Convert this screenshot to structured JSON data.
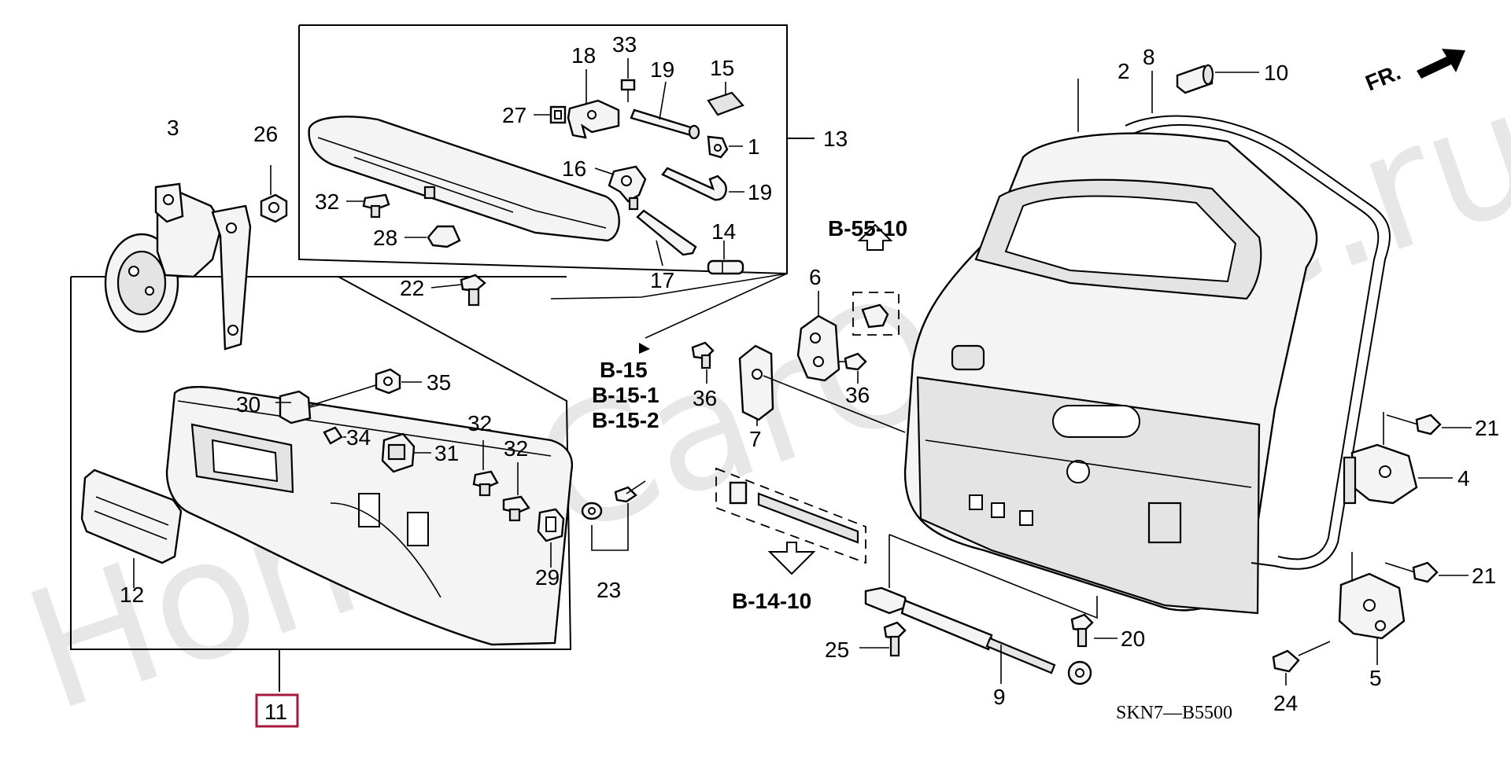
{
  "watermark": "HondaCarOnline.ru",
  "direction_label": "FR.",
  "diagram_code": "SKN7—B5500",
  "highlighted_part": "11",
  "references": {
    "r_b55": "B-55-10",
    "r_b15": "B-15",
    "r_b151": "B-15-1",
    "r_b152": "B-15-2",
    "r_b14": "B-14-10"
  },
  "callouts": {
    "p1": "1",
    "p2": "2",
    "p3": "3",
    "p4": "4",
    "p5": "5",
    "p6": "6",
    "p7": "7",
    "p8": "8",
    "p9": "9",
    "p10": "10",
    "p11": "11",
    "p12": "12",
    "p13": "13",
    "p14": "14",
    "p15": "15",
    "p16": "16",
    "p17": "17",
    "p18": "18",
    "p19a": "19",
    "p19b": "19",
    "p20": "20",
    "p21a": "21",
    "p21b": "21",
    "p22": "22",
    "p23": "23",
    "p24": "24",
    "p25": "25",
    "p26": "26",
    "p27": "27",
    "p28": "28",
    "p29": "29",
    "p30": "30",
    "p31": "31",
    "p32a": "32",
    "p32b": "32",
    "p32c": "32",
    "p33": "33",
    "p34": "34",
    "p35": "35",
    "p36a": "36",
    "p36b": "36"
  },
  "colors": {
    "highlight": "#a8183c",
    "line": "#000000",
    "watermark": "#e7e7e7"
  }
}
